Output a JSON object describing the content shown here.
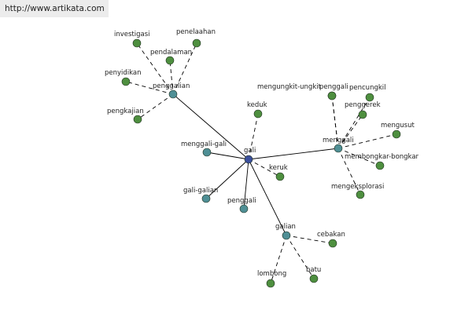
{
  "header": {
    "url": "http://www.artikata.com"
  },
  "graph": {
    "colors": {
      "center": "#3b4f9c",
      "hub": "#4f8f95",
      "leaf": "#4e8f3f",
      "edge": "#000000"
    },
    "nodes": [
      {
        "id": "gali",
        "label": "gali",
        "kind": "center"
      },
      {
        "id": "penggalian",
        "label": "penggalian",
        "kind": "hub"
      },
      {
        "id": "menggali",
        "label": "menggali",
        "kind": "hub"
      },
      {
        "id": "galian",
        "label": "galian",
        "kind": "hub"
      },
      {
        "id": "menggali-gali",
        "label": "menggali-gali",
        "kind": "hub"
      },
      {
        "id": "gali-galian",
        "label": "gali-galian",
        "kind": "hub"
      },
      {
        "id": "penggali",
        "label": "penggali",
        "kind": "hub"
      },
      {
        "id": "keduk",
        "label": "keduk",
        "kind": "leaf"
      },
      {
        "id": "keruk",
        "label": "keruk",
        "kind": "leaf"
      },
      {
        "id": "investigasi",
        "label": "investigasi",
        "kind": "leaf"
      },
      {
        "id": "penelaahan",
        "label": "penelaahan",
        "kind": "leaf"
      },
      {
        "id": "pendalaman",
        "label": "pendalaman",
        "kind": "leaf"
      },
      {
        "id": "penyidikan",
        "label": "penyidikan",
        "kind": "leaf"
      },
      {
        "id": "pengkajian",
        "label": "pengkajian",
        "kind": "leaf"
      },
      {
        "id": "mengungkit-ungkit",
        "label": "mengungkit-ungkit",
        "kind": "leaf"
      },
      {
        "id": "penggali-2",
        "label": "penggali",
        "kind": "leaf"
      },
      {
        "id": "pencungkil",
        "label": "pencungkil",
        "kind": "leaf"
      },
      {
        "id": "penggerek",
        "label": "penggerek",
        "kind": "leaf"
      },
      {
        "id": "mengusut",
        "label": "mengusut",
        "kind": "leaf"
      },
      {
        "id": "membongkar-bongkar",
        "label": "membongkar-bongkar",
        "kind": "leaf"
      },
      {
        "id": "mengeksplorasi",
        "label": "mengeksplorasi",
        "kind": "leaf"
      },
      {
        "id": "cebakan",
        "label": "cebakan",
        "kind": "leaf"
      },
      {
        "id": "lombong",
        "label": "lombong",
        "kind": "leaf"
      },
      {
        "id": "batu",
        "label": "batu",
        "kind": "leaf"
      }
    ],
    "edges": [
      {
        "from": "gali",
        "to": "penggalian",
        "style": "solid"
      },
      {
        "from": "gali",
        "to": "menggali",
        "style": "solid"
      },
      {
        "from": "gali",
        "to": "galian",
        "style": "solid"
      },
      {
        "from": "gali",
        "to": "menggali-gali",
        "style": "solid"
      },
      {
        "from": "gali",
        "to": "gali-galian",
        "style": "solid"
      },
      {
        "from": "gali",
        "to": "penggali",
        "style": "solid"
      },
      {
        "from": "gali",
        "to": "keduk",
        "style": "dashed"
      },
      {
        "from": "gali",
        "to": "keruk",
        "style": "dashed"
      },
      {
        "from": "penggalian",
        "to": "investigasi",
        "style": "dashed"
      },
      {
        "from": "penggalian",
        "to": "penelaahan",
        "style": "dashed"
      },
      {
        "from": "penggalian",
        "to": "pendalaman",
        "style": "dashed"
      },
      {
        "from": "penggalian",
        "to": "penyidikan",
        "style": "dashed"
      },
      {
        "from": "penggalian",
        "to": "pengkajian",
        "style": "dashed"
      },
      {
        "from": "menggali",
        "to": "mengungkit-ungkit",
        "style": "dashed"
      },
      {
        "from": "menggali",
        "to": "penggali-2",
        "style": "dashed"
      },
      {
        "from": "menggali",
        "to": "pencungkil",
        "style": "dashed"
      },
      {
        "from": "menggali",
        "to": "penggerek",
        "style": "dashed"
      },
      {
        "from": "menggali",
        "to": "mengusut",
        "style": "dashed"
      },
      {
        "from": "menggali",
        "to": "membongkar-bongkar",
        "style": "dashed"
      },
      {
        "from": "menggali",
        "to": "mengeksplorasi",
        "style": "dashed"
      },
      {
        "from": "galian",
        "to": "cebakan",
        "style": "dashed"
      },
      {
        "from": "galian",
        "to": "lombong",
        "style": "dashed"
      },
      {
        "from": "galian",
        "to": "batu",
        "style": "dashed"
      }
    ]
  }
}
